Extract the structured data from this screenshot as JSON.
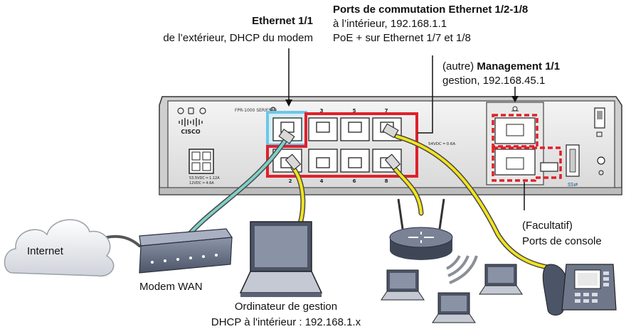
{
  "callouts": {
    "eth11": {
      "title": "Ethernet 1/1",
      "desc": "de l’extérieur, DHCP du modem"
    },
    "switch": {
      "title": "Ports de commutation Ethernet 1/2-1/8",
      "line1": "à l’intérieur, 192.168.1.1",
      "line2": "PoE + sur Ethernet 1/7 et 1/8"
    },
    "mgmt": {
      "prefix": "(autre) ",
      "title": "Management 1/1",
      "desc": "gestion, 192.168.45.1"
    },
    "console": {
      "line1": "(Facultatif)",
      "line2": "Ports de console"
    }
  },
  "devices": {
    "internet": "Internet",
    "modem": "Modem WAN",
    "pc_line1": "Ordinateur de gestion",
    "pc_line2": "DHCP à l'intérieur : 192.168.1.x"
  },
  "chassis": {
    "model": "FPR-1000 SERIES",
    "brand": "CISCO",
    "power_label_1": "53.5VDC ═ 1.12A",
    "power_label_2": "12VDC ═ 4.6A",
    "poe_label": "54VDC ═ 0.6A",
    "port_numbers_top": [
      "3",
      "5",
      "7"
    ],
    "port_numbers_bottom": [
      "2",
      "4",
      "6",
      "8"
    ]
  },
  "colors": {
    "outside_highlight": "#6ec6e8",
    "inside_highlight": "#e0202a",
    "yellow_cable": "#f2e41c",
    "blue_cable": "#7fd0c8",
    "chassis": "#e6e6e6"
  }
}
